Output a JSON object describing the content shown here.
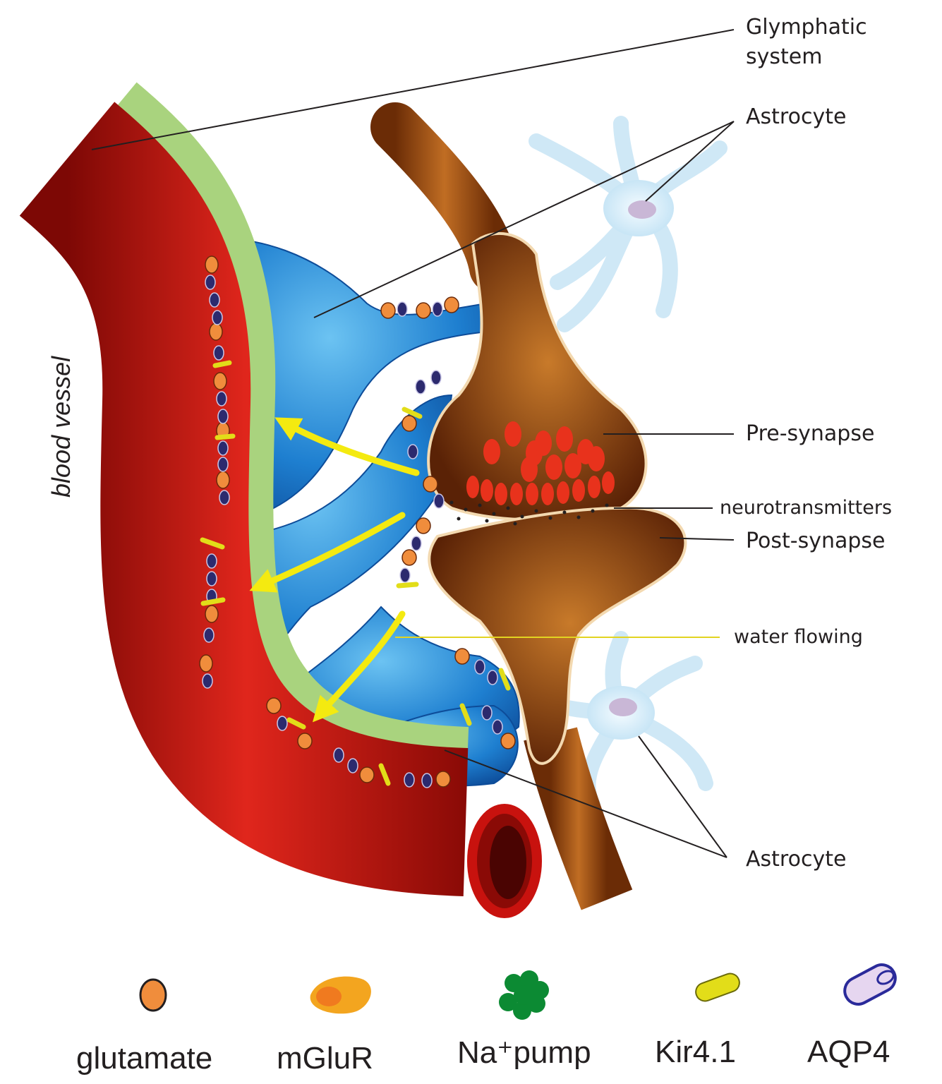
{
  "labels": {
    "glymphatic": "Glymphatic\nsystem",
    "astrocyte_top": "Astrocyte",
    "pre_synapse": "Pre-synapse",
    "neurotransmitters": "neurotransmitters",
    "post_synapse": "Post-synapse",
    "water_flowing": "water flowing",
    "astrocyte_bottom": "Astrocyte",
    "blood_vessel": "blood vessel"
  },
  "legend": [
    {
      "label": "glutamate",
      "icon": "glutamate-icon"
    },
    {
      "label": "mGluR",
      "icon": "mglur-icon"
    },
    {
      "label": "Na⁺pump",
      "icon": "na-pump-icon"
    },
    {
      "label": "Kir4.1",
      "icon": "kir41-icon"
    },
    {
      "label": "AQP4",
      "icon": "aqp4-icon"
    }
  ],
  "colors": {
    "vessel": "#c8120e",
    "vessel_lining": "#a9d37e",
    "astrocyte_endfoot": "#1e7fd0",
    "neuron": "#9a4e12",
    "glutamate": "#f08d3c",
    "aqp4": "#2c2a6e",
    "kir41": "#e2dd19",
    "water_arrow": "#f4ea10",
    "na_pump": "#0c8a33"
  }
}
